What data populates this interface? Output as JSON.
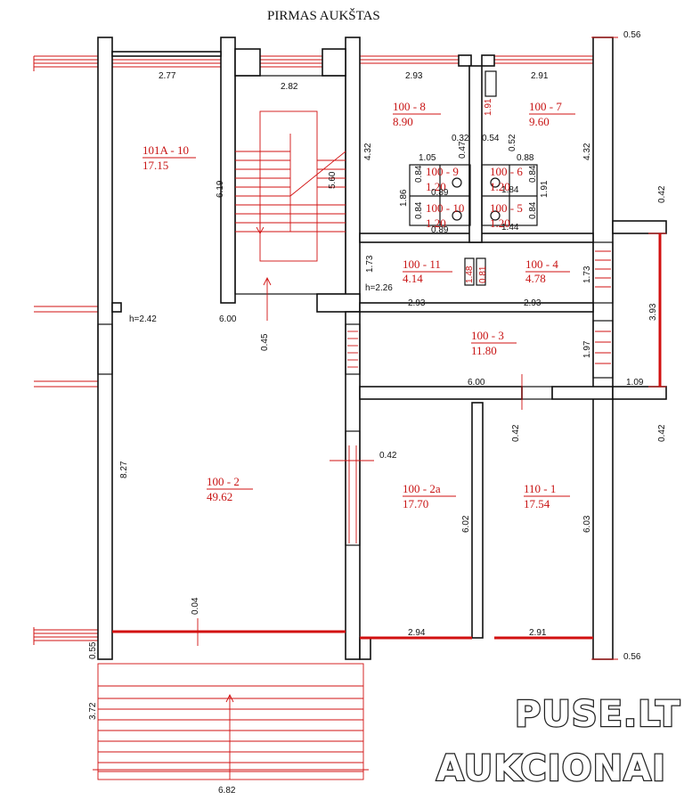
{
  "title": "PIRMAS AUKŠTAS",
  "watermark": {
    "line1": "PUSE.LT",
    "line2": "AUKCIONAI"
  },
  "rooms": [
    {
      "id": "101A - 10",
      "area": "17.15"
    },
    {
      "id": "100 - 8",
      "area": "8.90"
    },
    {
      "id": "100 - 7",
      "area": "9.60"
    },
    {
      "id": "100 - 9",
      "area": "1.20"
    },
    {
      "id": "100 - 6",
      "area": "1.20"
    },
    {
      "id": "100 - 10",
      "area": "1.20"
    },
    {
      "id": "100 - 5",
      "area": "1.20"
    },
    {
      "id": "100 - 11",
      "area": "4.14"
    },
    {
      "id": "100 - 4",
      "area": "4.78"
    },
    {
      "id": "100 - 3",
      "area": "11.80"
    },
    {
      "id": "100 - 2",
      "area": "49.62"
    },
    {
      "id": "100 - 2a",
      "area": "17.70"
    },
    {
      "id": "110 - 1",
      "area": "17.54"
    }
  ],
  "dimensions": {
    "d277": "2.77",
    "d282": "2.82",
    "d293a": "2.93",
    "d291a": "2.91",
    "d056a": "0.56",
    "d619": "6.19",
    "d560": "5.60",
    "d432a": "4.32",
    "d432b": "4.32",
    "d105": "1.05",
    "d032": "0.32",
    "d047": "0.47",
    "d054": "0.54",
    "d052": "0.52",
    "d088": "0.88",
    "d191a": "1.91",
    "d191b": "1.91",
    "d186": "1.86",
    "d084a": "0.84",
    "d084b": "0.84",
    "d089a": "0.89",
    "d089b": "0.89",
    "d184": "1.84",
    "d144": "1.44",
    "d084c": "0.84",
    "d084d": "0.84",
    "d042a": "0.42",
    "d173a": "1.73",
    "d173b": "1.73",
    "d226": "h=2.26",
    "d293b": "2.93",
    "d293c": "2.93",
    "d242": "h=2.42",
    "d600a": "6.00",
    "d045": "0.45",
    "d393": "3.93",
    "d197": "1.97",
    "d600b": "6.00",
    "d109": "1.09",
    "d042b": "0.42",
    "d042c": "0.42",
    "d042d": "0.42",
    "d827": "8.27",
    "d602": "6.02",
    "d603": "6.03",
    "d004": "0.04",
    "d294": "2.94",
    "d291b": "2.91",
    "d055": "0.55",
    "d056b": "0.56",
    "d372": "3.72",
    "d682": "6.82",
    "d148": "1.48",
    "d081": "0.81"
  }
}
